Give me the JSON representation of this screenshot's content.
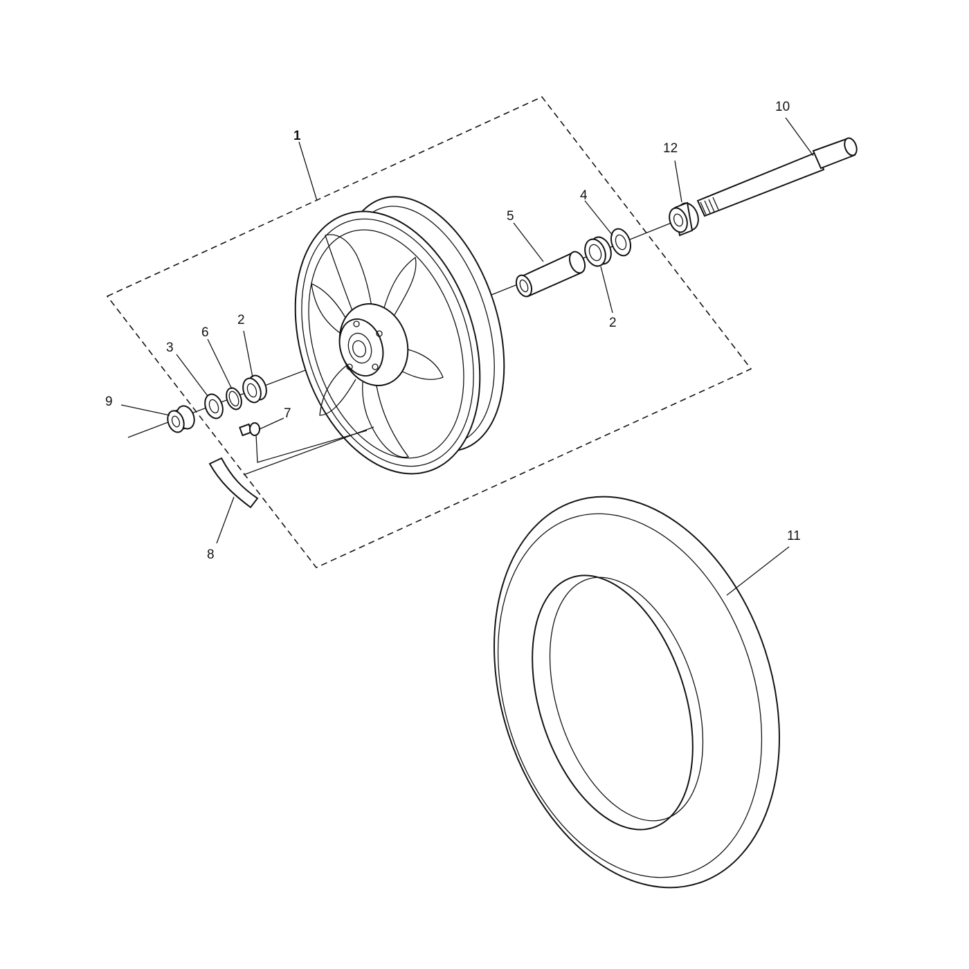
{
  "diagram": {
    "callouts": {
      "c1": "1",
      "c2a": "2",
      "c2b": "2",
      "c3": "3",
      "c4": "4",
      "c5": "5",
      "c6": "6",
      "c7": "7",
      "c8": "8",
      "c9": "9",
      "c10": "10",
      "c11": "11",
      "c12": "12"
    },
    "colors": {
      "line": "#111111",
      "background": "#ffffff"
    }
  }
}
